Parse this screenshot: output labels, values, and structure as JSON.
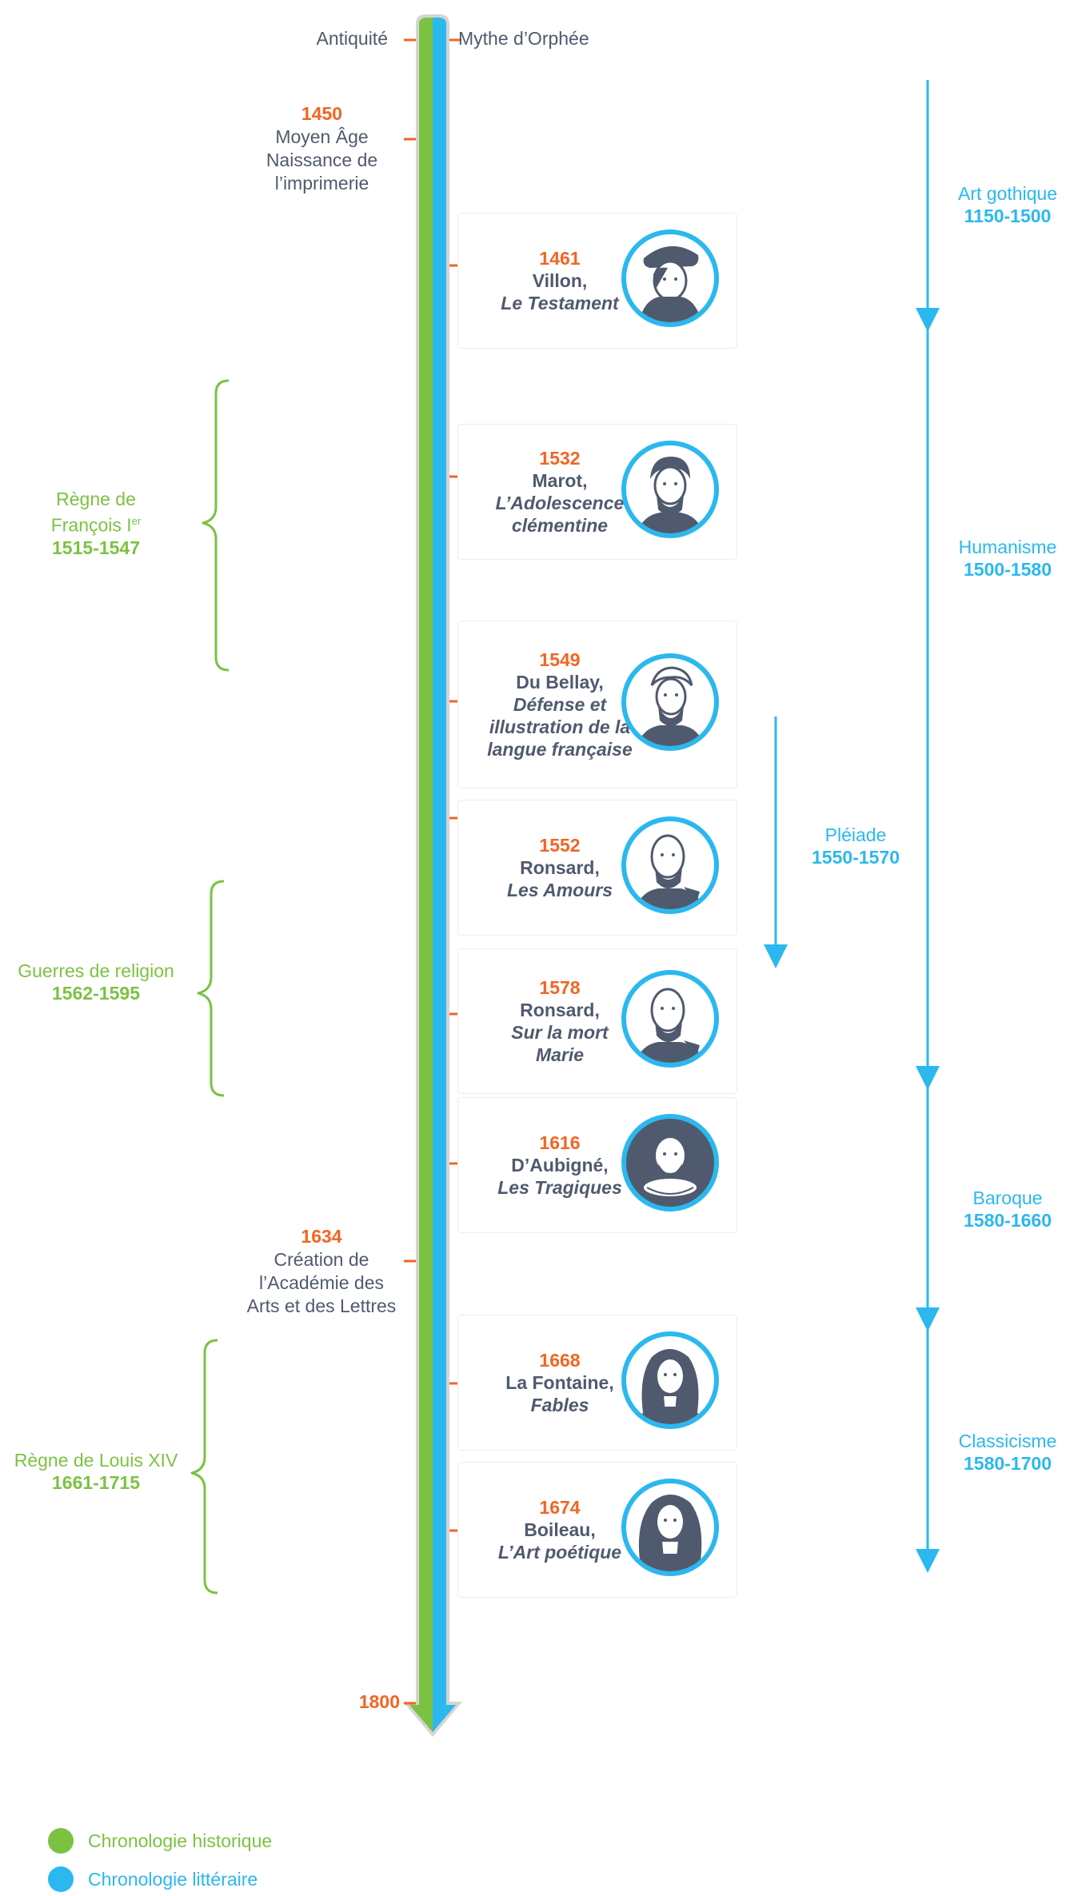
{
  "colors": {
    "historique": "#7cc242",
    "litteraire": "#2bb8ef",
    "year": "#f26522",
    "text": "#505a6e"
  },
  "top": {
    "left": "Antiquité",
    "right": "Mythe d’Orphée"
  },
  "events": [
    {
      "year": "1450",
      "lines": [
        "Moyen Âge",
        "Naissance de",
        "l’imprimerie"
      ]
    },
    {
      "year": "1634",
      "lines": [
        "Création de",
        "l’Académie des",
        "Arts et des Lettres"
      ]
    },
    {
      "year": "1800",
      "lines": []
    }
  ],
  "works": [
    {
      "year": "1461",
      "author": "Villon,",
      "title": [
        "Le Testament"
      ],
      "portrait": "villon-portrait-icon"
    },
    {
      "year": "1532",
      "author": "Marot,",
      "title": [
        "L’Adolescence",
        "clémentine"
      ],
      "portrait": "marot-portrait-icon"
    },
    {
      "year": "1549",
      "author": "Du Bellay,",
      "title": [
        "Défense et",
        "illustration de la",
        "langue française"
      ],
      "portrait": "du-bellay-portrait-icon"
    },
    {
      "year": "1552",
      "author": "Ronsard,",
      "title": [
        "Les Amours"
      ],
      "portrait": "ronsard-portrait-icon"
    },
    {
      "year": "1578",
      "author": "Ronsard,",
      "title": [
        "Sur la mort",
        "Marie"
      ],
      "portrait": "ronsard-portrait-icon"
    },
    {
      "year": "1616",
      "author": "D’Aubigné,",
      "title": [
        "Les Tragiques"
      ],
      "portrait": "aubigne-portrait-icon"
    },
    {
      "year": "1668",
      "author": "La Fontaine,",
      "title": [
        "Fables"
      ],
      "portrait": "la-fontaine-portrait-icon"
    },
    {
      "year": "1674",
      "author": "Boileau,",
      "title": [
        "L’Art poétique"
      ],
      "portrait": "boileau-portrait-icon"
    }
  ],
  "periods": [
    {
      "name": "Art gothique",
      "range": "1150-1500"
    },
    {
      "name": "Humanisme",
      "range": "1500-1580"
    },
    {
      "name": "Pléiade",
      "range": "1550-1570"
    },
    {
      "name": "Baroque",
      "range": "1580-1660"
    },
    {
      "name": "Classicisme",
      "range": "1580-1700"
    }
  ],
  "reigns": [
    {
      "name": [
        "Règne de",
        "François I"
      ],
      "sup": "er",
      "range": "1515-1547"
    },
    {
      "name": [
        "Guerres de religion"
      ],
      "range": "1562-1595"
    },
    {
      "name": [
        "Règne de Louis XIV"
      ],
      "range": "1661-1715"
    }
  ],
  "legend": [
    {
      "label": "Chronologie historique",
      "color": "#7cc242"
    },
    {
      "label": "Chronologie littéraire",
      "color": "#2bb8ef"
    }
  ]
}
